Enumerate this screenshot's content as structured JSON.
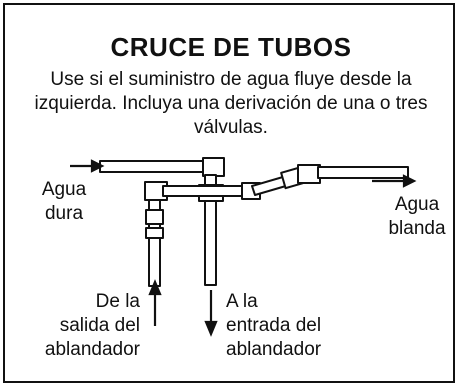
{
  "title": "CRUCE DE TUBOS",
  "description": "Use si el suministro de agua fluye desde la izquierda. Incluya una derivación de una o tres válvulas.",
  "labels": {
    "hard_water_line1": "Agua",
    "hard_water_line2": "dura",
    "soft_water_line1": "Agua",
    "soft_water_line2": "blanda",
    "from_softener_line1": "De la",
    "from_softener_line2": "salida del",
    "from_softener_line3": "ablandador",
    "to_softener_line1": "A la",
    "to_softener_line2": "entrada del",
    "to_softener_line3": "ablandador"
  },
  "colors": {
    "ink": "#111111",
    "pipe_fill": "#ffffff",
    "background": "#ffffff"
  }
}
